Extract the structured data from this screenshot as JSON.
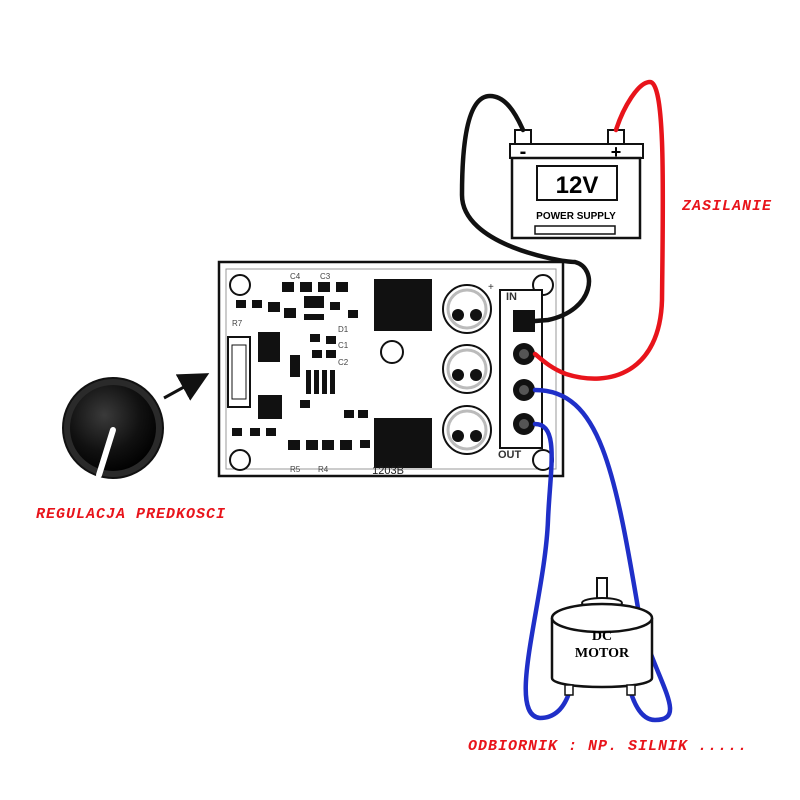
{
  "labels": {
    "power": "ZASILANIE",
    "speed": "REGULACJA PREDKOSCI",
    "load": "ODBIORNIK :  NP. SILNIK ....."
  },
  "battery": {
    "voltage": "12V",
    "caption": "POWER SUPPLY",
    "minus": "-",
    "plus": "+"
  },
  "board": {
    "code": "1203B",
    "in_label": "IN",
    "out_label": "OUT",
    "plus_label": "+",
    "silk": [
      "C4",
      "C3",
      "R7",
      "D1",
      "C1",
      "R5",
      "R4",
      "C2"
    ]
  },
  "motor": {
    "line1": "DC",
    "line2": "MOTOR"
  },
  "colors": {
    "positive": "#e8141b",
    "negative": "#111111",
    "load": "#1f2fc8",
    "label": "#e8141b"
  }
}
